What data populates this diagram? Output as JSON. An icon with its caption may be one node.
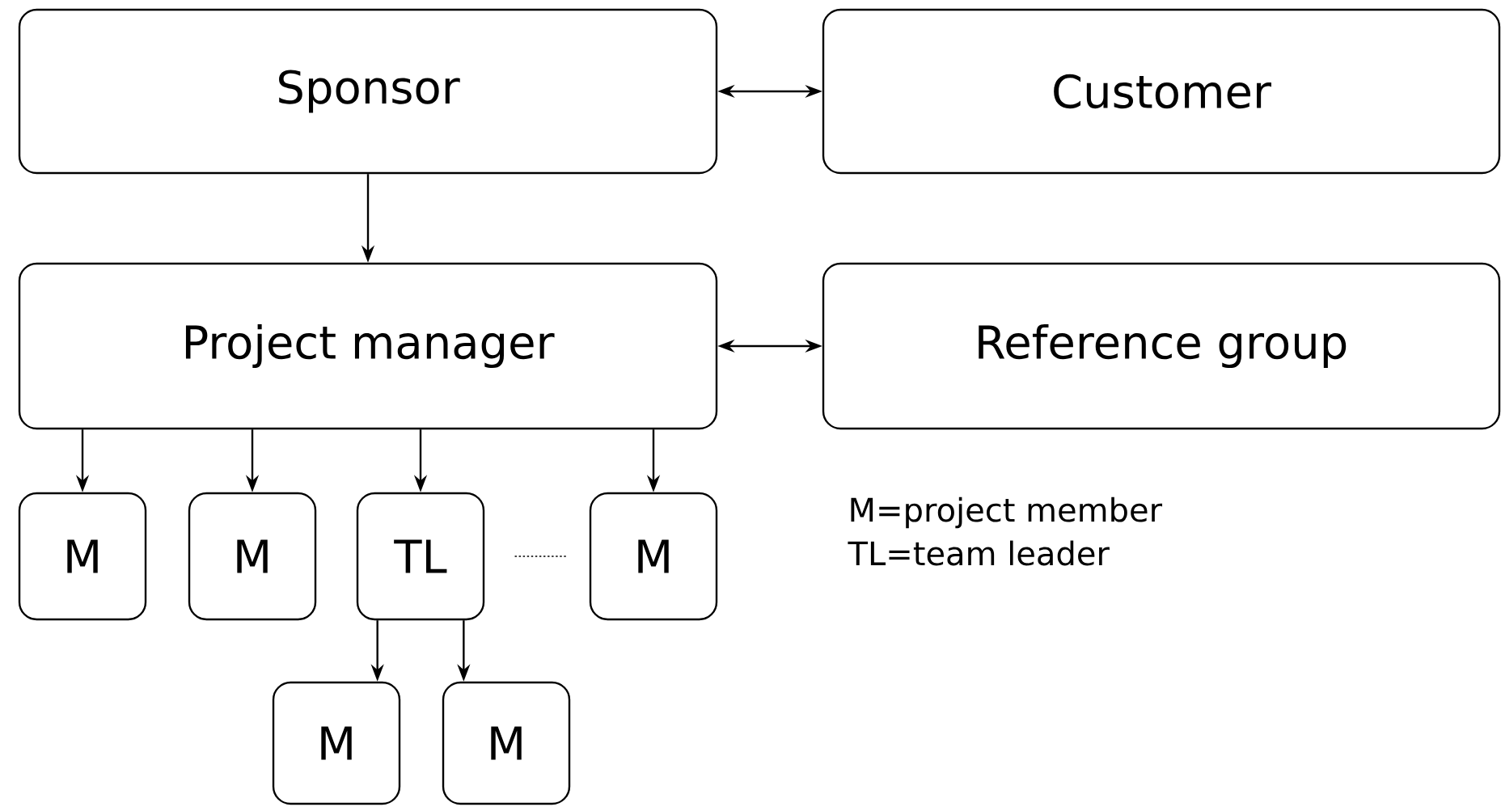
{
  "diagram": {
    "nodes": [
      {
        "text": [
          "Sponsor"
        ]
      },
      {
        "text": [
          "Customer"
        ]
      },
      {
        "text": [
          "Project manager"
        ]
      },
      {
        "text": [
          "Reference group"
        ]
      },
      {
        "text": [
          "M"
        ]
      },
      {
        "text": [
          "M"
        ]
      },
      {
        "text": [
          "TL"
        ]
      },
      {
        "text": [
          "M"
        ]
      },
      {
        "text": [
          "M"
        ]
      },
      {
        "text": [
          "M"
        ]
      }
    ],
    "edges": [
      {
        "from": 0,
        "to": 1,
        "arrow": "both"
      },
      {
        "from": 0,
        "to": 2,
        "arrow": "to"
      },
      {
        "from": 2,
        "to": 3,
        "arrow": "both"
      },
      {
        "from": 2,
        "to": 4,
        "arrow": "to"
      },
      {
        "from": 2,
        "to": 5,
        "arrow": "to"
      },
      {
        "from": 2,
        "to": 6,
        "arrow": "to"
      },
      {
        "from": 2,
        "to": 7,
        "arrow": "to"
      },
      {
        "from": 6,
        "to": 8,
        "arrow": "to"
      },
      {
        "from": 6,
        "to": 9,
        "arrow": "to"
      },
      {
        "from": 6,
        "to": 7,
        "arrow": "none",
        "style": "dashed"
      }
    ],
    "labels": [
      "M=project member",
      "TL=team leader"
    ]
  }
}
